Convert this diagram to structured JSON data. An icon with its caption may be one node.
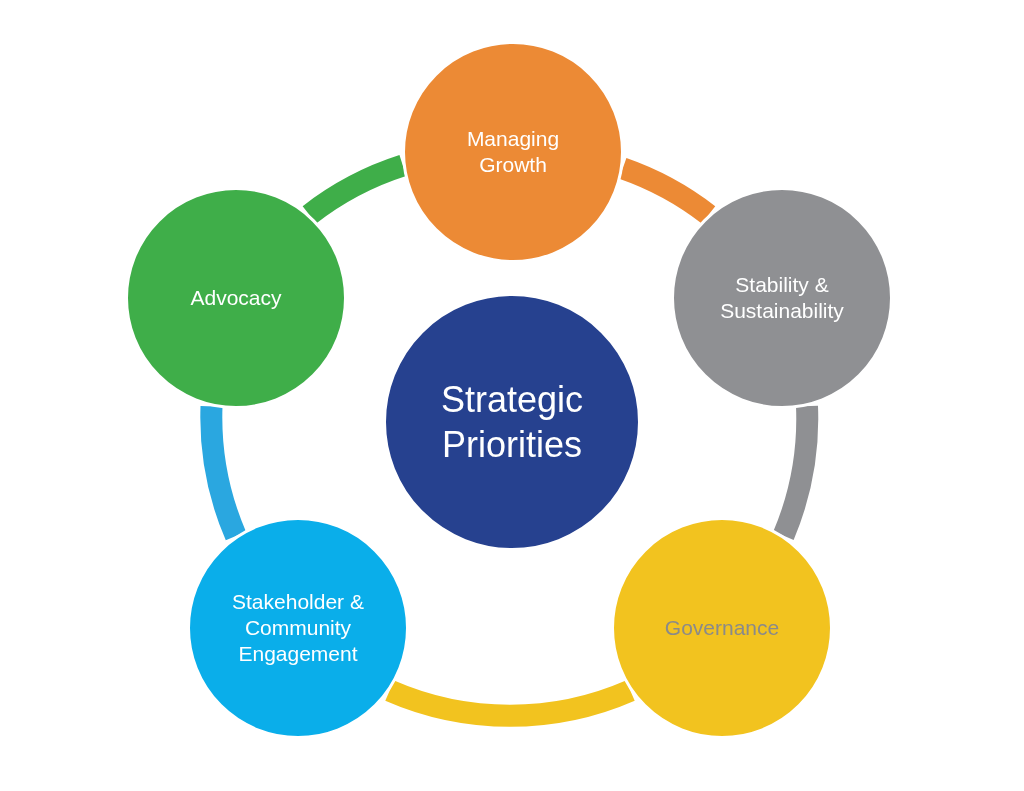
{
  "diagram": {
    "nodes": [
      {
        "text": [
          "Managing Growth"
        ]
      },
      {
        "text": [
          "Advocacy"
        ]
      },
      {
        "text": [
          "Stability & Sustainability"
        ]
      },
      {
        "text": [
          "Strategic Priorities"
        ]
      },
      {
        "text": [
          "Stakeholder & Community Engagement"
        ]
      },
      {
        "text": [
          "Governance"
        ]
      }
    ],
    "edges": [
      {
        "from": 0,
        "to": 2,
        "arrow": "none",
        "color": "#ec8a35"
      },
      {
        "from": 2,
        "to": 5,
        "arrow": "none",
        "color": "#8f9093"
      },
      {
        "from": 5,
        "to": 4,
        "arrow": "none",
        "color": "#f2c31f"
      },
      {
        "from": 4,
        "to": 1,
        "arrow": "none",
        "color": "#2aa7e0"
      },
      {
        "from": 1,
        "to": 0,
        "arrow": "none",
        "color": "#3fae49"
      }
    ]
  }
}
